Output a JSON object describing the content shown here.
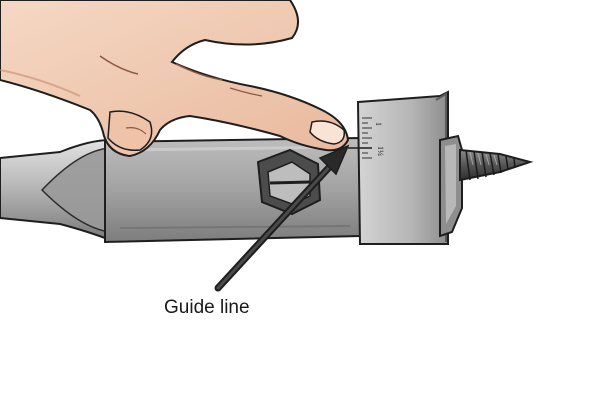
{
  "annotation": {
    "label": "Guide line"
  },
  "scale_marks": {
    "upper": "1",
    "lower": "1¼"
  },
  "colors": {
    "outline": "#1e1e1e",
    "metal_light": "#c8c8c8",
    "metal_mid": "#a5a5a5",
    "metal_dark": "#6f6f6f",
    "skin": "#f3d2bd",
    "skin_shadow": "#d9a78a",
    "nail": "#f7e1d3",
    "arrow": "#2a2a2a"
  },
  "icons": [
    "hand-icon",
    "spade-bit-icon",
    "arrow-icon"
  ]
}
